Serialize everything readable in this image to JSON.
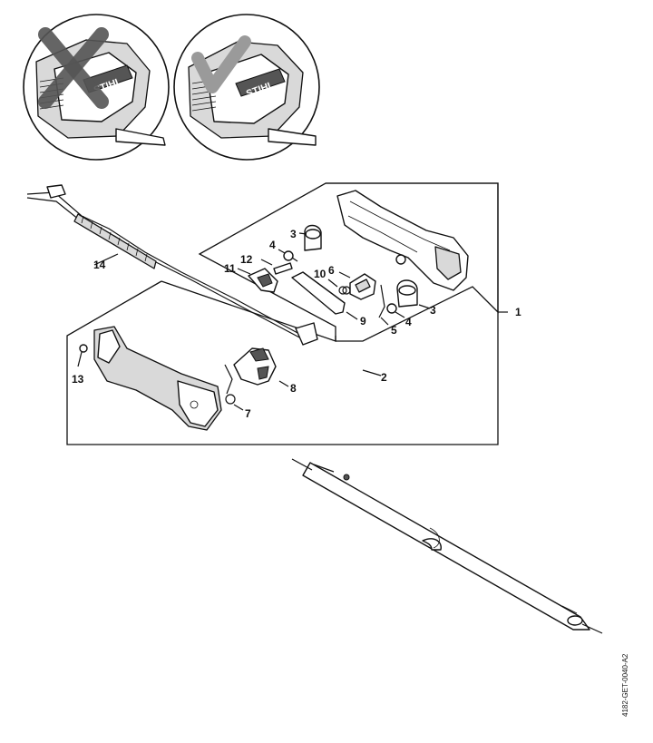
{
  "diagram": {
    "brand_logo": "STIHL",
    "document_code": "4182-GET-0040-A2",
    "callouts": [
      "1",
      "2",
      "3",
      "3",
      "4",
      "4",
      "5",
      "6",
      "7",
      "8",
      "9",
      "10",
      "11",
      "12",
      "13",
      "14"
    ],
    "status_colors": {
      "wrong_mark": "#555555",
      "correct_mark": "#9a9a9a"
    },
    "icons": [
      "cross-mark-icon",
      "check-mark-icon"
    ]
  }
}
